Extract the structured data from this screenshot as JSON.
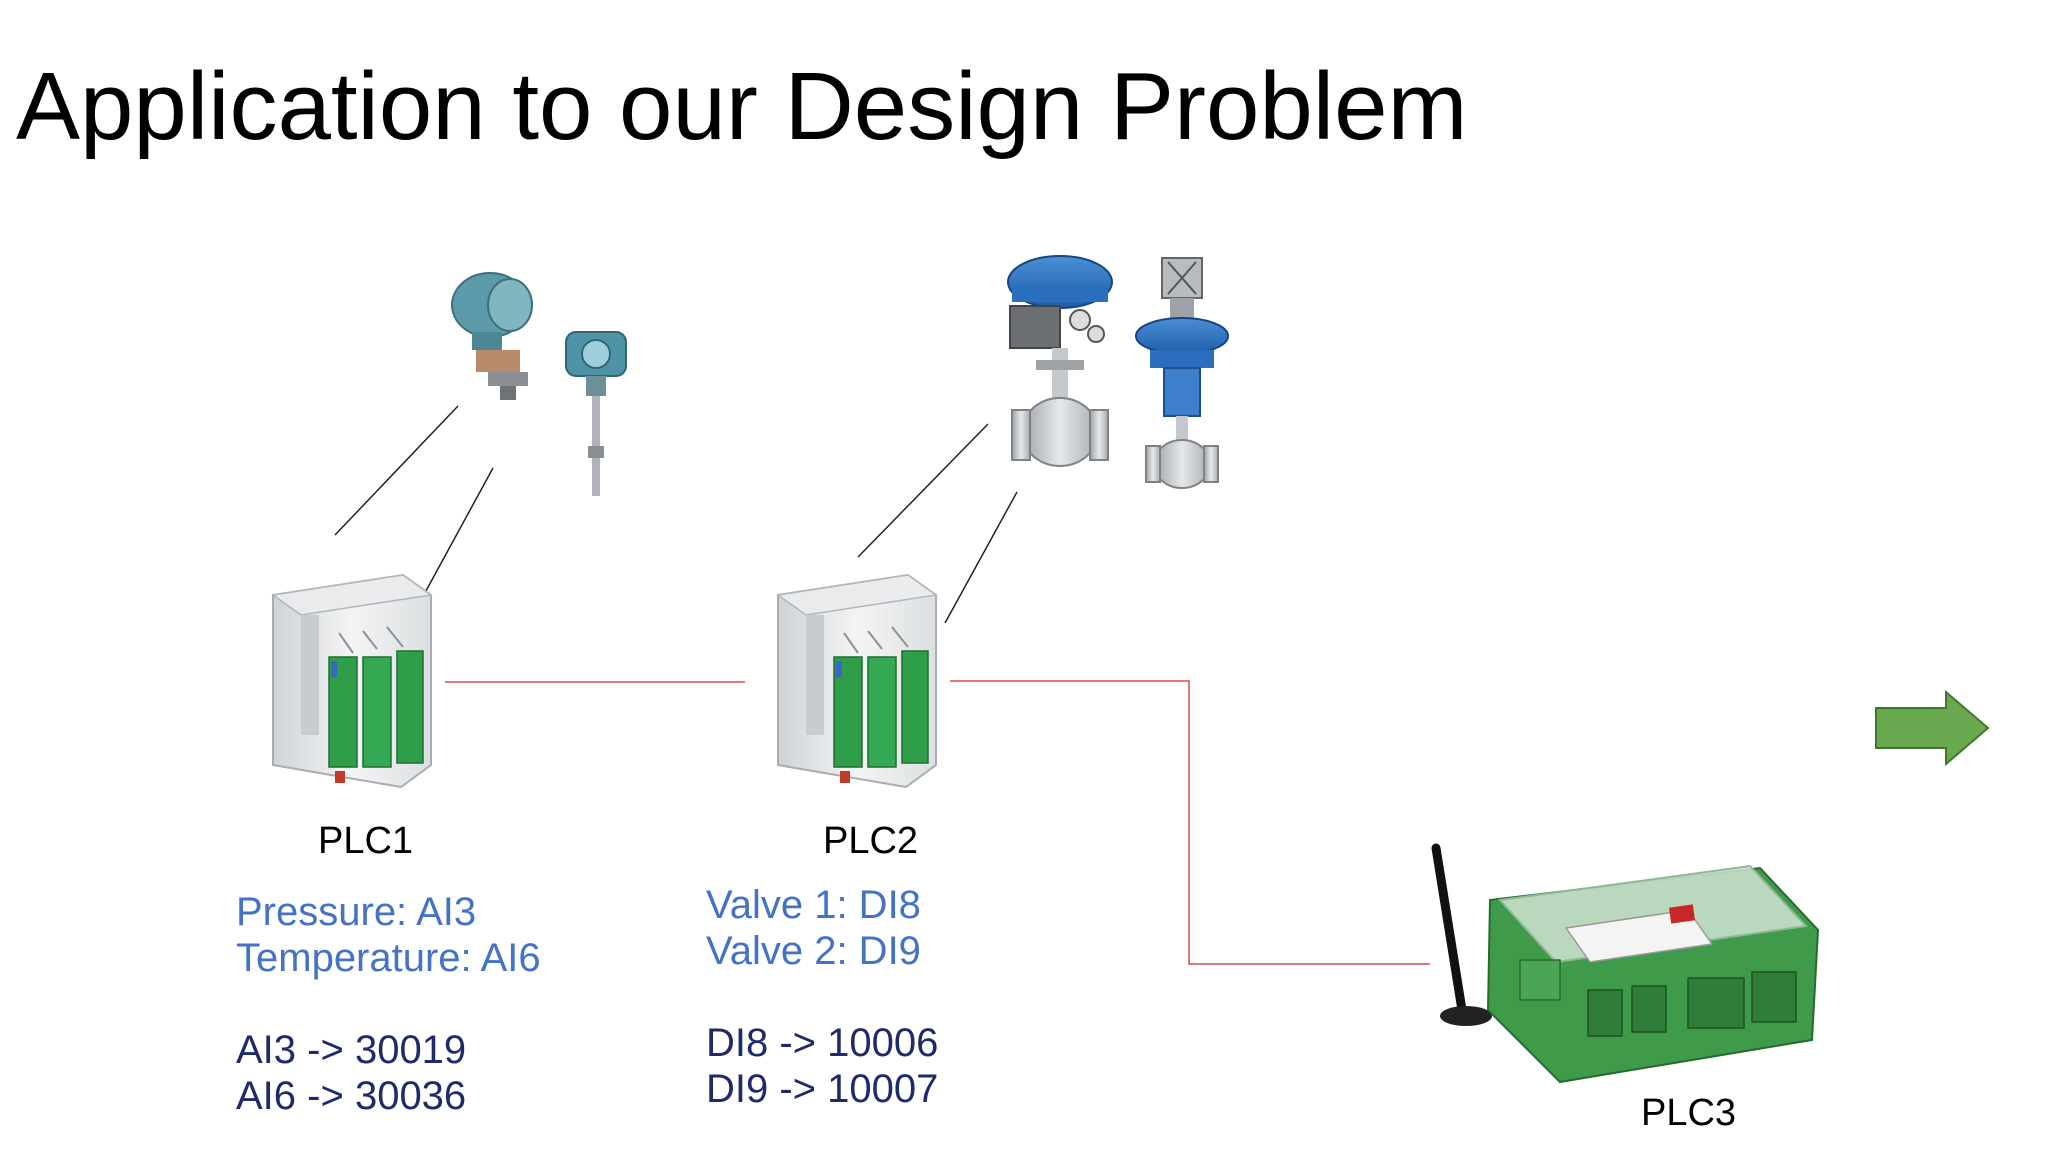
{
  "slide": {
    "title": "Application to our Design Problem"
  },
  "plc1": {
    "label": "PLC1",
    "mapping_lines": [
      "Pressure: AI3",
      "Temperature: AI6"
    ],
    "register_lines": [
      "AI3 -> 30019",
      "AI6 -> 30036"
    ]
  },
  "plc2": {
    "label": "PLC2",
    "mapping_lines": [
      "Valve 1: DI8",
      "Valve 2: DI9"
    ],
    "register_lines": [
      "DI8 -> 10006",
      "DI9 -> 10007"
    ]
  },
  "plc3": {
    "label": "PLC3"
  },
  "colors": {
    "mapping_text": "#4472c4",
    "register_text": "#1f2a6b",
    "network_line": "#e06666",
    "arrow": "#6aa84f"
  },
  "icons": {
    "plc1": "din-rail-plc-icon",
    "plc2": "din-rail-plc-icon",
    "plc3": "gsm-controller-icon",
    "sensors": [
      "pressure-transmitter-icon",
      "temperature-transmitter-icon"
    ],
    "valves": [
      "control-valve-icon",
      "control-valve-icon"
    ],
    "next": "right-arrow-icon"
  }
}
